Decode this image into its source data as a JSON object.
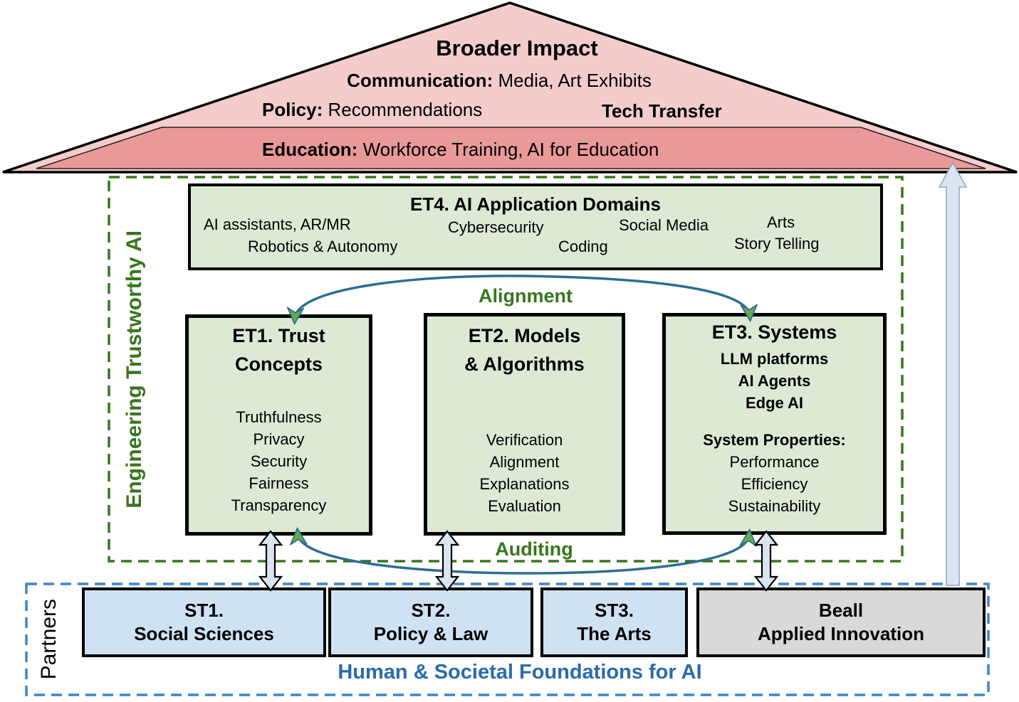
{
  "roof": {
    "title": "Broader Impact",
    "communication": {
      "bold": "Communication:",
      "rest": " Media, Art Exhibits"
    },
    "policy": {
      "bold": "Policy:",
      "rest": " Recommendations"
    },
    "tech_transfer": "Tech Transfer",
    "education": {
      "bold": "Education:",
      "rest": " Workforce Training, AI for Education"
    }
  },
  "engineering": {
    "label": "Engineering Trustworthy AI",
    "alignment_label": "Alignment",
    "auditing_label": "Auditing",
    "et4": {
      "title": "ET4. AI Application Domains",
      "row1": [
        "AI assistants, AR/MR",
        "Cybersecurity",
        "Social Media",
        "Arts"
      ],
      "row2": [
        "Robotics & Autonomy",
        "Coding",
        "Story Telling"
      ]
    },
    "et1": {
      "title_line1": "ET1. Trust",
      "title_line2": "Concepts",
      "items": [
        "Truthfulness",
        "Privacy",
        "Security",
        "Fairness",
        "Transparency"
      ]
    },
    "et2": {
      "title_line1": "ET2. Models",
      "title_line2": "& Algorithms",
      "items": [
        "Verification",
        "Alignment",
        "Explanations",
        "Evaluation"
      ]
    },
    "et3": {
      "title": "ET3. Systems",
      "bold_items": [
        "LLM platforms",
        "AI Agents",
        "Edge AI"
      ],
      "properties_label": "System Properties:",
      "properties": [
        "Performance",
        "Efficiency",
        "Sustainability"
      ]
    }
  },
  "partners": {
    "label": "Partners",
    "st1": {
      "line1": "ST1.",
      "line2": "Social Sciences"
    },
    "st2": {
      "line1": "ST2.",
      "line2": "Policy & Law"
    },
    "st3": {
      "line1": "ST3.",
      "line2": "The Arts"
    },
    "beall": {
      "line1": "Beall",
      "line2": "Applied Innovation"
    },
    "footer": "Human & Societal Foundations for AI"
  },
  "colors": {
    "roof_fill": "#F4CCCC",
    "roof_band_fill": "#EA9999",
    "et_box_fill": "#DCEAD5",
    "st_box_fill": "#CFE2F3",
    "beall_box_fill": "#D9D9D9",
    "green_accent": "#38761D",
    "teal_arc": "#2B6E93",
    "arrowhead_green": "#6AA84F",
    "link_arrow_fill": "#DBE5F2",
    "blue_dashed_border": "#3D85C6",
    "footer_text_blue": "#2A6BAD"
  }
}
